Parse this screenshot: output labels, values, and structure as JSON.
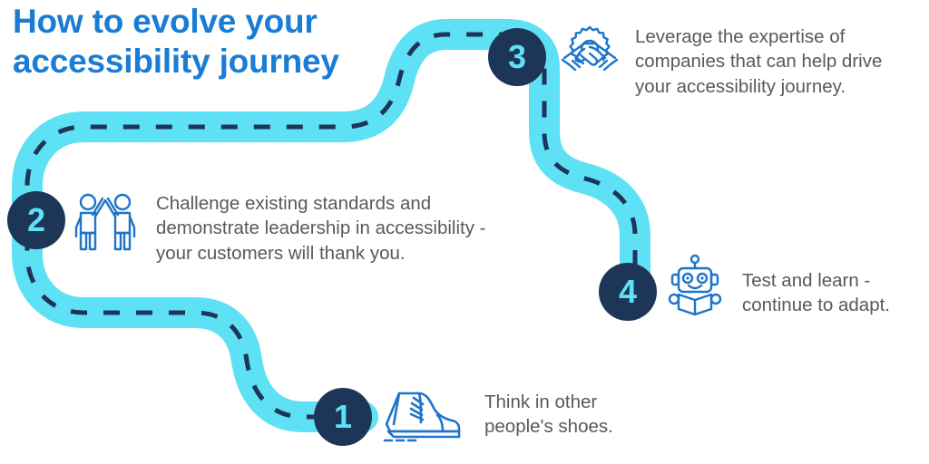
{
  "title": "How to evolve your\naccessibility journey",
  "colors": {
    "title_blue": "#1A7CD4",
    "road_cyan": "#5EE0F5",
    "road_dash_navy": "#1D3557",
    "marker_navy": "#1D3557",
    "marker_number": "#5EE0F5",
    "icon_blue": "#1E74C8",
    "body_text": "#595959",
    "background": "#FFFFFF"
  },
  "steps": [
    {
      "number": "1",
      "icon": "sneaker-shoe-icon",
      "text": "Think in other\npeople's shoes."
    },
    {
      "number": "2",
      "icon": "two-people-high-five-icon",
      "text": "Challenge existing standards and\ndemonstrate leadership in accessibility -\nyour customers will thank you."
    },
    {
      "number": "3",
      "icon": "handshake-gear-icon",
      "text": "Leverage the expertise of\ncompanies that can help drive\nyour accessibility journey."
    },
    {
      "number": "4",
      "icon": "robot-reading-book-icon",
      "text": "Test and learn -\ncontinue to adapt."
    }
  ],
  "road": {
    "label": "winding-dashed-road-path",
    "direction": "starts bottom-center at step 1, curves up-left to step 2, sweeps right across top to step 3, then descends right to step 4"
  }
}
